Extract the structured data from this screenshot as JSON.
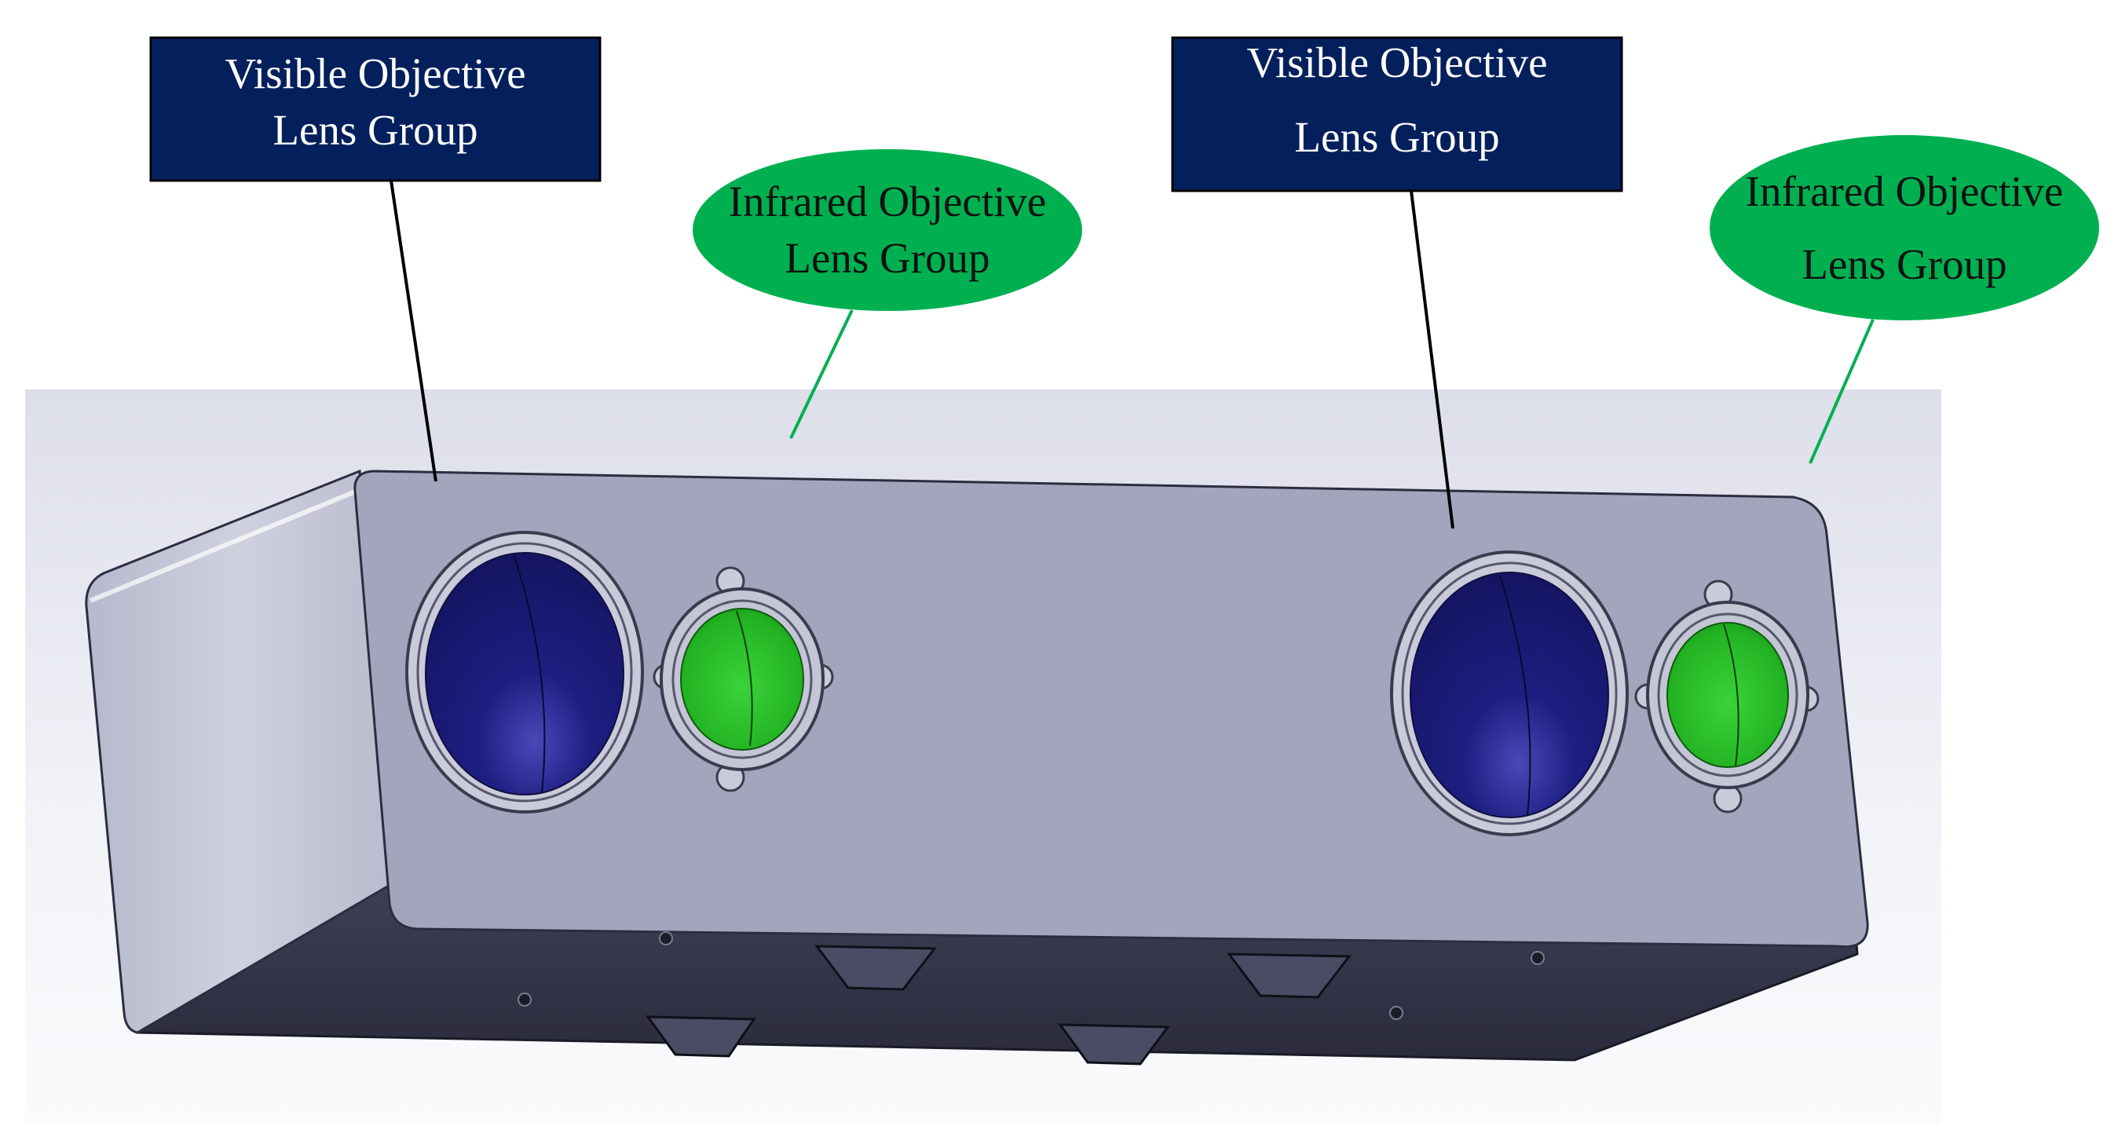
{
  "labels": {
    "visible_left": {
      "line1": "Visible Objective",
      "line2": "Lens Group"
    },
    "infrared_left": {
      "line1": "Infrared Objective",
      "line2": "Lens Group"
    },
    "visible_right": {
      "line1": "Visible Objective",
      "line2": "Lens Group"
    },
    "infrared_right": {
      "line1": "Infrared Objective",
      "line2": "Lens Group"
    }
  },
  "colors": {
    "visible_callout_fill": "#03205c",
    "infrared_callout_fill": "#00b050",
    "housing_front": "#a3a5bc",
    "visible_lens": "#1c1c78",
    "infrared_lens": "#2fc22f"
  }
}
